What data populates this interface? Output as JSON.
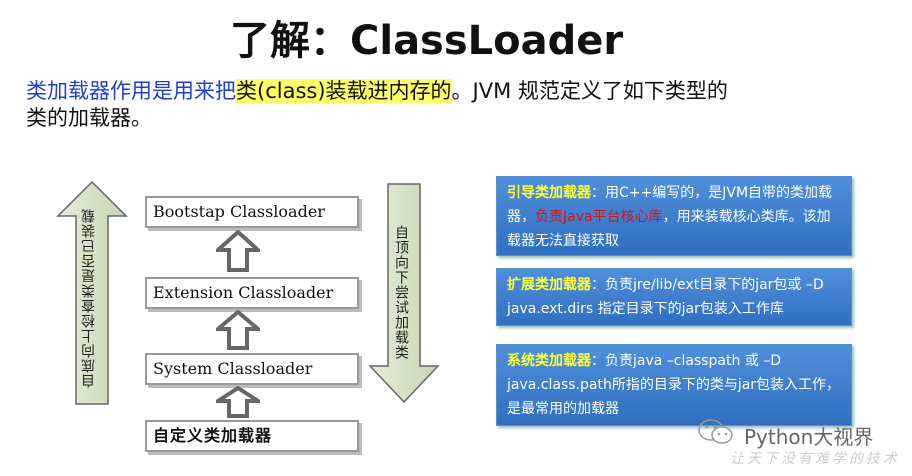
{
  "title": "了解：ClassLoader",
  "intro": {
    "blue_part": "类加载器作用是用来把",
    "highlight_part": "类(class)装载进内存的",
    "rest_line1": "。JVM 规范定义了如下类型的",
    "line2": "类的加载器。"
  },
  "diagram": {
    "left_arrow_label": "自底向上检查类是否已装载",
    "right_arrow_label": "自顶向下尝试加载类",
    "boxes": [
      "Bootstap Classloader",
      "Extension Classloader",
      "System Classloader",
      "自定义类加载器"
    ]
  },
  "info_boxes": [
    {
      "name": "引导类加载器",
      "text1": "：用C++编写的，是JVM自带的类加载器，",
      "red": "负责Java平台核心库",
      "text2": "，用来装载核心类库。该加载器无法直接获取"
    },
    {
      "name": "扩展类加载器",
      "text1": "：负责jre/lib/ext目录下的jar包或 –D java.ext.dirs 指定目录下的jar包装入工作库",
      "red": "",
      "text2": ""
    },
    {
      "name": "系统类加载器",
      "text1": "：负责java –classpath 或 –D java.class.path所指的目录下的类与jar包装入工作，是最常用的加载器",
      "red": "",
      "text2": ""
    }
  ],
  "footer": {
    "wechat_label": "Python大视界",
    "watermark": "让天下没有难学的技术"
  },
  "colors": {
    "intro_blue": "#1f3fd0",
    "highlight": "#ffff66",
    "info_bg": "#3f7fd0",
    "info_name": "#ffff33",
    "info_red": "#e01010"
  }
}
